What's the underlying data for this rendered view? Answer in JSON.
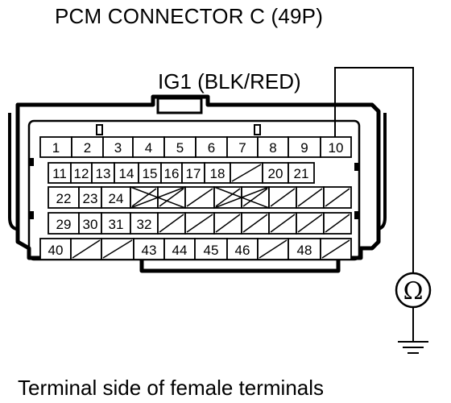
{
  "title": "PCM CONNECTOR C (49P)",
  "wire_label": "IG1 (BLK/RED)",
  "footer_caption": "Terminal side of female terminals",
  "meter_symbol": "Ω",
  "connector": {
    "rows": [
      [
        "1",
        "2",
        "3",
        "4",
        "5",
        "6",
        "7",
        "8",
        "9",
        "10"
      ],
      [
        "11",
        "12",
        "13",
        "14",
        "15",
        "16",
        "17",
        "18",
        "",
        "20",
        "21"
      ],
      [
        "22",
        "23",
        "24",
        "",
        "",
        "",
        "",
        "",
        "",
        "",
        ""
      ],
      [
        "29",
        "30",
        "31",
        "32",
        "",
        "",
        "",
        "",
        "",
        "",
        ""
      ],
      [
        "40",
        "",
        "",
        "43",
        "44",
        "45",
        "46",
        "",
        "48",
        ""
      ]
    ]
  },
  "probe_terminal": "10",
  "probe_to": "ground",
  "icons": [
    "ohmmeter-icon",
    "ground-symbol-icon"
  ]
}
